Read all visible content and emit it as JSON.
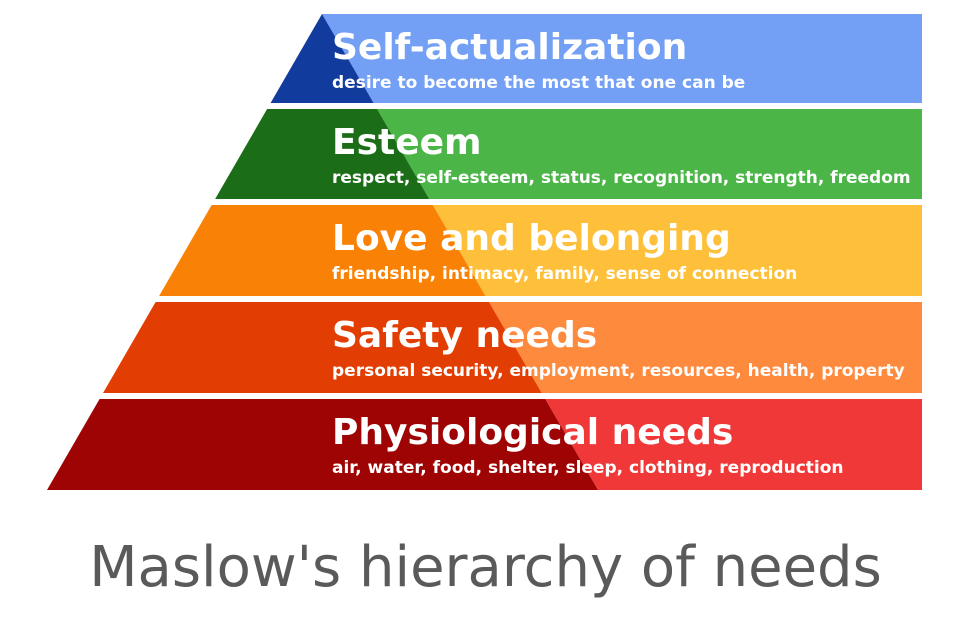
{
  "levels": [
    {
      "title": "Self-actualization",
      "description": "desire to become the most that one can be",
      "color_light": "#73a0f5",
      "color_dark": "#123b9e"
    },
    {
      "title": "Esteem",
      "description": "respect, self-esteem, status, recognition, strength, freedom",
      "color_light": "#4cb548",
      "color_dark": "#1b6d18"
    },
    {
      "title": "Love and belonging",
      "description": "friendship, intimacy, family, sense of connection",
      "color_light": "#fec03a",
      "color_dark": "#f98206"
    },
    {
      "title": "Safety needs",
      "description": "personal security, employment, resources, health, property",
      "color_light": "#fe8a3e",
      "color_dark": "#e23e04"
    },
    {
      "title": "Physiological needs",
      "description": "air, water, food, shelter, sleep, clothing, reproduction",
      "color_light": "#f03838",
      "color_dark": "#9f0404"
    }
  ],
  "caption": "Maslow's hierarchy of needs",
  "caption_color": "#5a5a5a"
}
